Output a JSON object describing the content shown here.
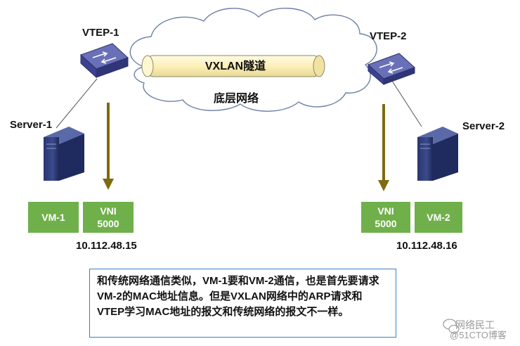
{
  "labels": {
    "vtep1": "VTEP-1",
    "vtep2": "VTEP-2",
    "tunnel": "VXLAN隧道",
    "underlay": "底层网络",
    "server1": "Server-1",
    "server2": "Server-2"
  },
  "left_host": {
    "vm": "VM-1",
    "vni_line1": "VNI",
    "vni_line2": "5000",
    "ip": "10.112.48.15"
  },
  "right_host": {
    "vni_line1": "VNI",
    "vni_line2": "5000",
    "vm": "VM-2",
    "ip": "10.112.48.16"
  },
  "note_text": "和传统网络通信类似，VM-1要和VM-2通信，也是首先要请求VM-2的MAC地址信息。但是VXLAN网络中的ARP请求和VTEP学习MAC地址的报文和传统网络的报文不一样。",
  "watermark": {
    "line1": "网络民工",
    "line2": "@51CTO博客"
  },
  "colors": {
    "vm_box": "#6fb04a",
    "arrow": "#7f6a10",
    "note_border": "#3a7fc1",
    "switch": "#4a4f9a",
    "server": "#2f3f7a",
    "tunnel": "#fdf4c6"
  }
}
